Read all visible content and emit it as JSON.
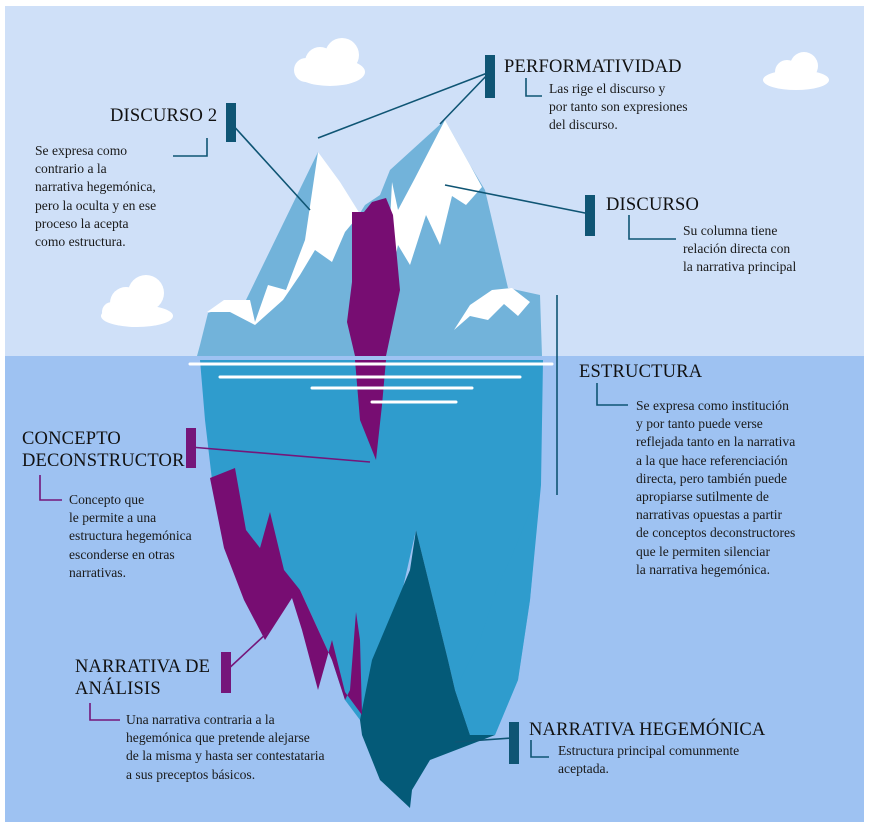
{
  "colors": {
    "sky": "#cfe0f8",
    "water": "#9ec2f2",
    "snow": "#ffffff",
    "ice_light": "#72b3da",
    "ice_mid": "#2f9ccd",
    "ice_dark": "#045a78",
    "purple": "#770d72",
    "teal_marker": "#0f5574",
    "purple_marker": "#75167a",
    "cloud": "#ffffff"
  },
  "labels": {
    "performatividad": {
      "title": [
        "PERFORMATIVIDAD"
      ],
      "description": [
        "Las rige el discurso y",
        "por tanto son expresiones",
        "del discurso."
      ]
    },
    "discurso2": {
      "title": [
        "DISCURSO 2"
      ],
      "description": [
        "Se expresa como",
        "contrario a la",
        "narrativa hegemónica,",
        "pero la oculta y en ese",
        "proceso la acepta",
        "como estructura."
      ]
    },
    "discurso": {
      "title": [
        "DISCURSO"
      ],
      "description": [
        "Su columna tiene",
        "relación directa con",
        "la narrativa principal"
      ]
    },
    "estructura": {
      "title": [
        "ESTRUCTURA"
      ],
      "description": [
        "Se expresa como institución",
        "y por tanto puede verse",
        "reflejada tanto en la narrativa",
        "a la que hace referenciación",
        "directa, pero también puede",
        "apropiarse sutilmente de",
        "narrativas opuestas a partir",
        "de conceptos deconstructores",
        "que le permiten silenciar",
        "la narrativa hegemónica."
      ]
    },
    "concepto": {
      "title": [
        "CONCEPTO",
        "DECONSTRUCTOR"
      ],
      "description": [
        "Concepto que",
        "le permite a una",
        "estructura hegemónica",
        "esconderse en otras",
        "narrativas."
      ]
    },
    "narrativa_analisis": {
      "title": [
        "NARRATIVA DE",
        "ANÁLISIS"
      ],
      "description": [
        "Una narrativa contraria a la",
        "hegemónica que pretende alejarse",
        "de la misma y hasta ser contestataria",
        "a sus preceptos básicos."
      ]
    },
    "narrativa_hegemonica": {
      "title": [
        "NARRATIVA HEGEMÓNICA"
      ],
      "description": [
        "Estructura principal comunmente",
        "aceptada."
      ]
    }
  }
}
